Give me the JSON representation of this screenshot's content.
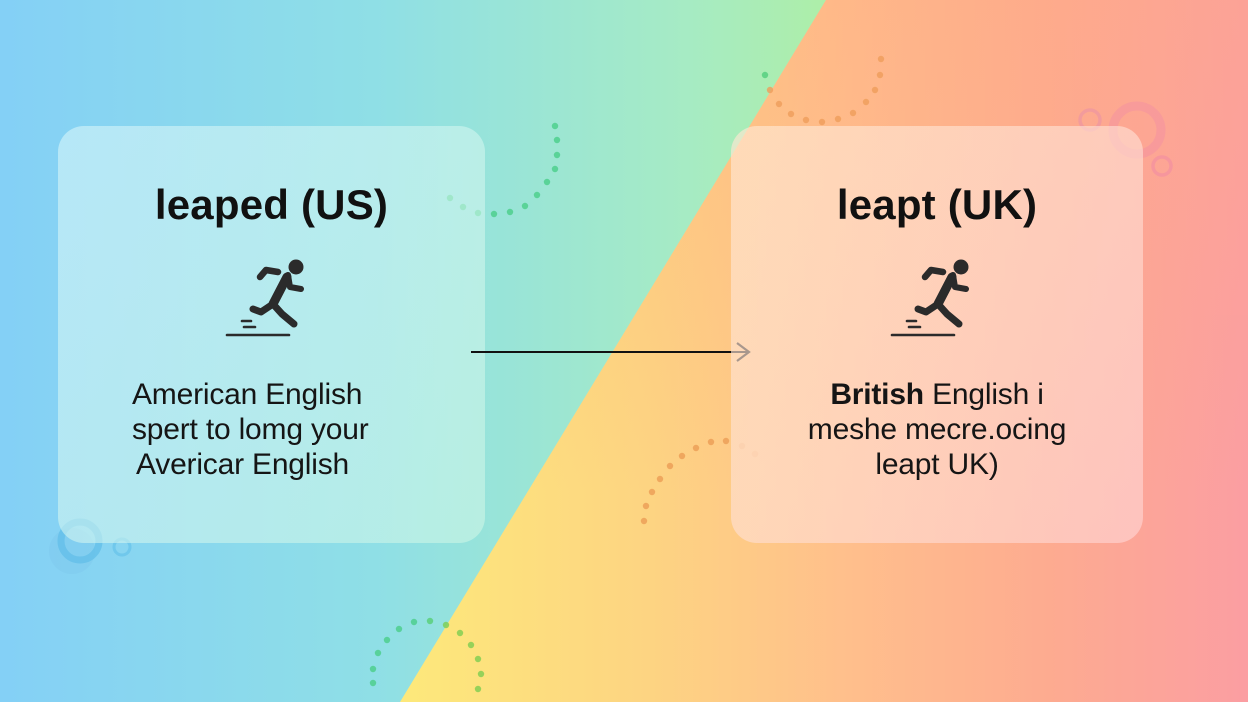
{
  "background": {
    "left_colors": [
      "#84d0f6",
      "#8fdfe6",
      "#a6ebc4",
      "#b0ef9f"
    ],
    "right_colors": [
      "#fdeb7a",
      "#fdd482",
      "#ffbf8c",
      "#fdab90",
      "#fb9ea2"
    ]
  },
  "cards": {
    "us": {
      "title": "leaped (US)",
      "icon": "running-person-icon",
      "description": {
        "line1": "American English",
        "line2": "spert to lomg your",
        "line3": "Avericar English"
      }
    },
    "uk": {
      "title": "leapt (UK)",
      "icon": "running-person-icon",
      "description": {
        "line1_bold": "British",
        "line1_rest": " English i",
        "line2": "meshe mecre.ocing",
        "line3": "leapt UK)"
      }
    }
  },
  "connector": {
    "icon": "arrow-right-icon",
    "color": "#111111"
  },
  "decorations": {
    "green_dot_color": "#4fcf8f",
    "orange_dot_color": "#f0a45c",
    "blue_ring_color": "#6cc3ea",
    "pink_ring_color": "#f59ab0"
  }
}
